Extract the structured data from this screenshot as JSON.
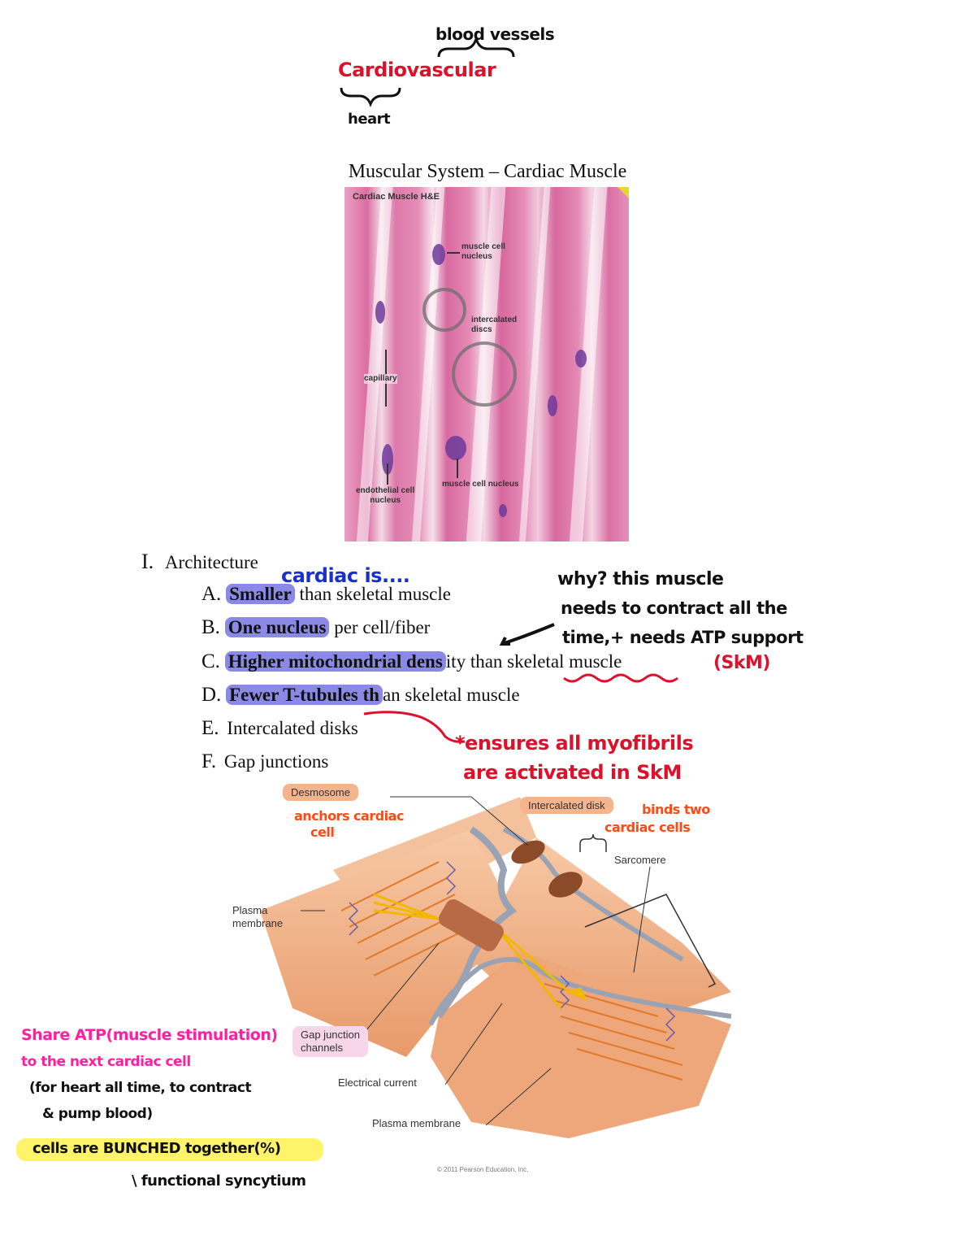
{
  "handwriting": {
    "blood_vessels": "blood vessels",
    "cardiovascular": "Cardiovascular",
    "heart": "heart",
    "cardiac_is": "cardiac is....",
    "why_line1": "why? this muscle",
    "why_line2": "needs to contract all the",
    "why_line3": "time,+ needs ATP support",
    "skm": "(SkM)",
    "ensures_line1": "*ensures all myofibrils",
    "ensures_line2": "are activated in SkM",
    "anchors_line1": "anchors cardiac",
    "anchors_line2": "cell",
    "binds_line1": "binds two",
    "binds_line2": "cardiac cells",
    "share_line1": "Share ATP(muscle stimulation)",
    "share_line2": "to the next cardiac cell",
    "heart_line1": "(for heart all time, to contract",
    "heart_line2": "& pump blood)",
    "cells_bunched": "cells are BUNCHED together(%)",
    "syncytium": "\\ functional syncytium"
  },
  "document": {
    "title": "Muscular System – Cardiac Muscle"
  },
  "micrograph": {
    "caption": "Cardiac Muscle   H&E",
    "label_muscle_cell_nucleus_top": "muscle cell\nnucleus",
    "label_intercalated_discs": "intercalated\ndiscs",
    "label_capillary": "capillary",
    "label_endothelial": "endothelial cell\nnucleus",
    "label_muscle_cell_nucleus_bottom": "muscle cell nucleus"
  },
  "outline": {
    "section_numeral": "I.",
    "section_title": "Architecture",
    "items": [
      {
        "letter": "A.",
        "highlight": "Smaller",
        "rest": " than skeletal muscle"
      },
      {
        "letter": "B.",
        "highlight": "One nucleus",
        "rest": " per cell/fiber"
      },
      {
        "letter": "C.",
        "highlight": "Higher mitochondrial dens",
        "rest": "ity than skeletal muscle"
      },
      {
        "letter": "D.",
        "highlight": "Fewer T-tubules th",
        "rest": "an skeletal muscle"
      },
      {
        "letter": "E.",
        "highlight": "",
        "rest": "Intercalated disks"
      },
      {
        "letter": "F.",
        "highlight": "",
        "rest": "Gap junctions"
      }
    ]
  },
  "diagram": {
    "desmosome": "Desmosome",
    "intercalated_disk": "Intercalated disk",
    "sarcomere": "Sarcomere",
    "plasma_membrane_left": "Plasma\nmembrane",
    "gap_junction_channels": "Gap junction\nchannels",
    "electrical_current": "Electrical current",
    "plasma_membrane_bottom": "Plasma membrane",
    "credit": "© 2011 Pearson Education, Inc."
  },
  "colors": {
    "red_ink": "#e0102a",
    "blue_ink": "#1a2fcf",
    "orange_ink": "#ff4a14",
    "magenta_ink": "#ff1fa0",
    "highlight_purple": "#8a8ae6",
    "highlight_yellow": "#fff36a",
    "tissue_pink": "#e58eb8",
    "cell_orange": "#f0b088",
    "desmosome_brown": "#8b4a2a"
  }
}
